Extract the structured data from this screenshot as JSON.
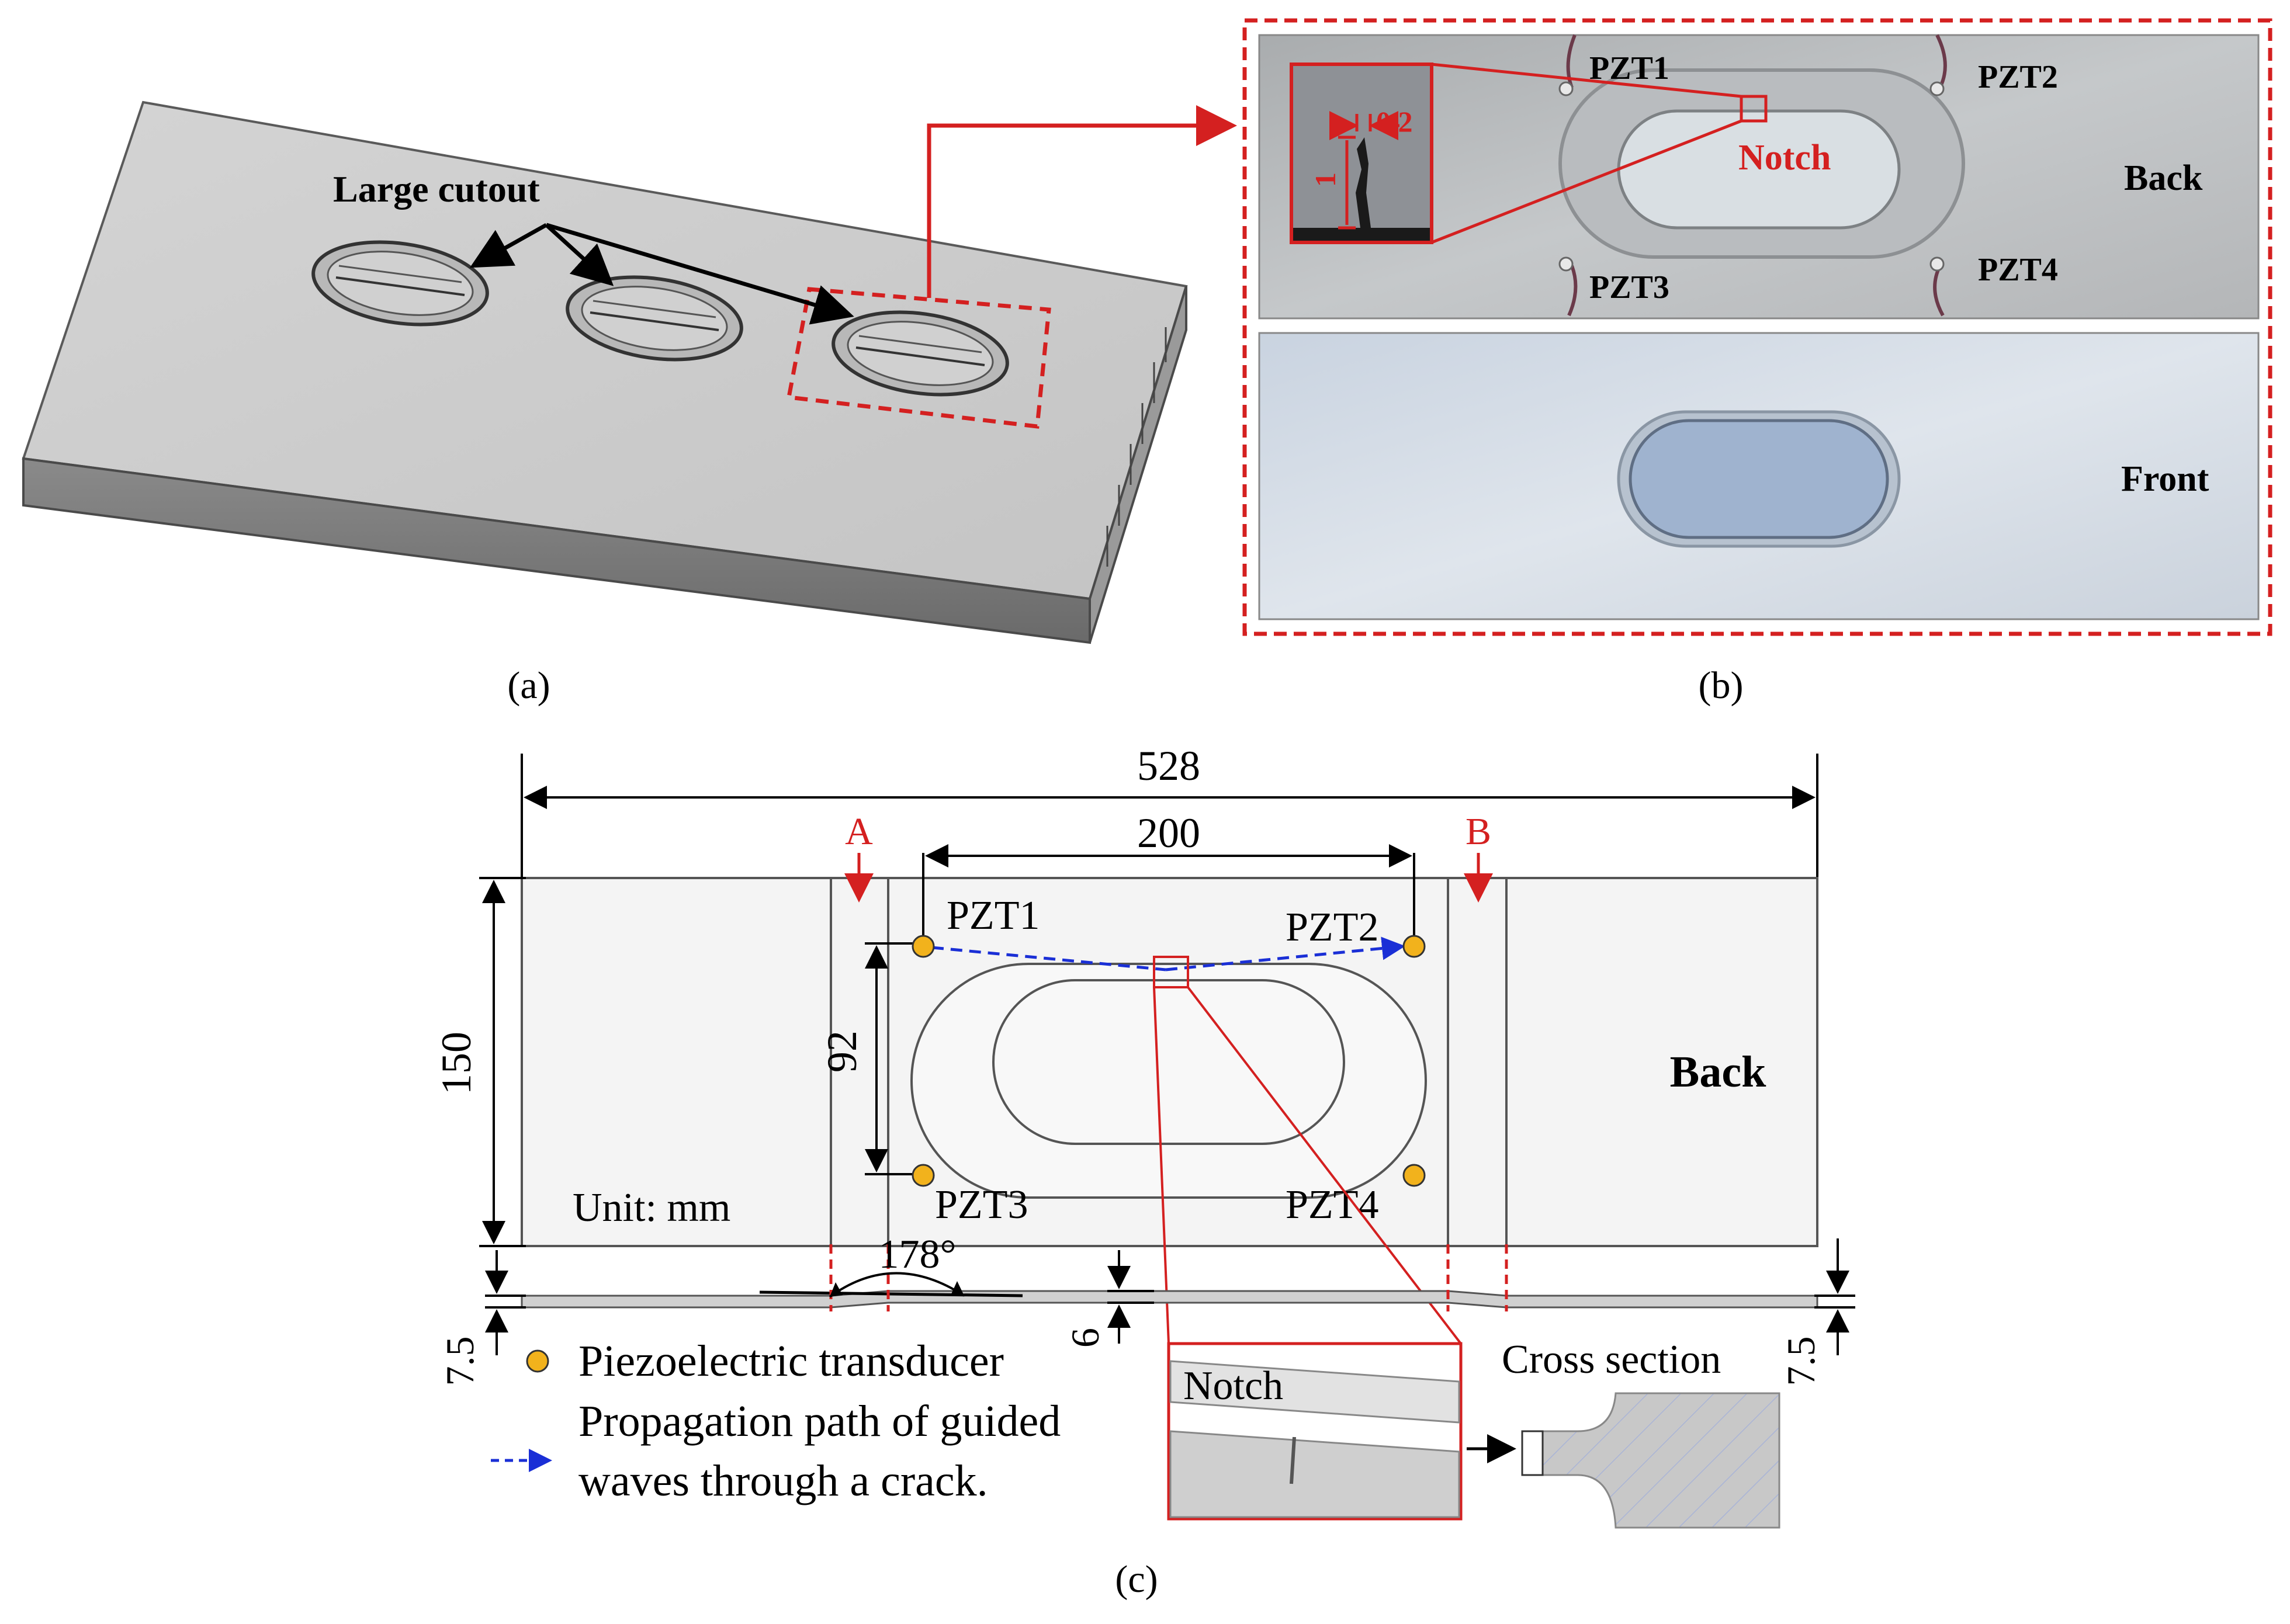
{
  "panel_a": {
    "caption": "(a)",
    "callout": "Large cutout"
  },
  "panel_b": {
    "caption": "(b)",
    "back_label": "Back",
    "front_label": "Front",
    "notch_label": "Notch",
    "pzt_labels": [
      "PZT1",
      "PZT2",
      "PZT3",
      "PZT4"
    ],
    "inset_dims": [
      "0.2",
      "1"
    ]
  },
  "panel_c": {
    "caption": "(c)",
    "dims": {
      "overall_length": "528",
      "pzt_spacing": "200",
      "height": "150",
      "pzt_vertical": "92",
      "thickness_left": "7.5",
      "thickness_right": "7.5",
      "web_thickness": "6",
      "angle": "178°"
    },
    "section_a": "A",
    "section_b": "B",
    "back_label": "Back",
    "unit_label": "Unit: mm",
    "pzt_labels": [
      "PZT1",
      "PZT2",
      "PZT3",
      "PZT4"
    ],
    "notch_label": "Notch",
    "cross_section_label": "Cross section",
    "legend": {
      "transducer": "Piezoelectric transducer",
      "path_line1": "Propagation path of guided",
      "path_line2": "waves through a crack."
    }
  },
  "colors": {
    "red": "#d42020",
    "blue_path": "#1a2fd6",
    "pzt_fill": "#f2b21c",
    "plate_grey": "#c8c8c8"
  }
}
